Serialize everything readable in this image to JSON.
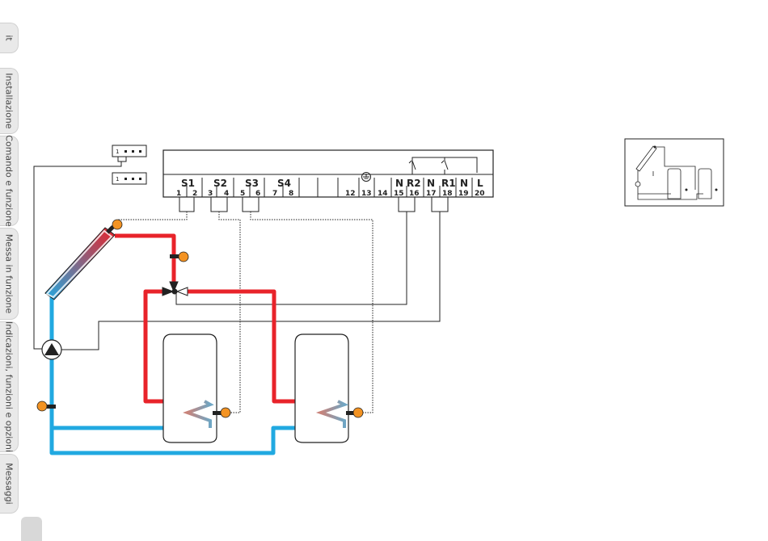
{
  "side_tabs": [
    {
      "label": "it"
    },
    {
      "label": "Installazione"
    },
    {
      "label": "Comando e funzione"
    },
    {
      "label": "Messa in funzione"
    },
    {
      "label": "Indicazioni, funzioni e opzioni"
    },
    {
      "label": "Messaggi"
    }
  ],
  "jumper": {
    "label_top": "1",
    "label_bottom": "1"
  },
  "terminal_block": {
    "group_labels": [
      "S1",
      "S2",
      "S3",
      "S4",
      "N",
      "R2",
      "N",
      "R1",
      "N",
      "L"
    ],
    "terminal_numbers": [
      "1",
      "2",
      "3",
      "4",
      "5",
      "6",
      "7",
      "8",
      "12",
      "13",
      "14",
      "15",
      "16",
      "17",
      "18",
      "19",
      "20"
    ]
  },
  "colors": {
    "hot": "#e8232a",
    "cold": "#21a9e1",
    "sensor": "#f39323",
    "line": "#222222",
    "tab": "#e9e9e9"
  },
  "icons": [
    "ground-icon",
    "pump-icon",
    "valve-icon",
    "sensor-icon",
    "collector-icon",
    "tank-icon"
  ]
}
